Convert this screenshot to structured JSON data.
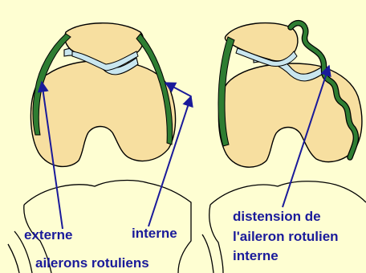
{
  "labels": {
    "externe": "externe",
    "interne": "interne",
    "ailerons": "ailerons rotuliens",
    "distension_line1": "distension de",
    "distension_line2": "l'aileron rotulien",
    "distension_line3": "interne"
  },
  "colors": {
    "background": "#fefed2",
    "bone": "#f7dfa0",
    "outline": "#000000",
    "ligament": "#2e7d32",
    "cartilage": "#c9e6ef",
    "label": "#1a1a9a",
    "arrow": "#1a1a9a"
  }
}
